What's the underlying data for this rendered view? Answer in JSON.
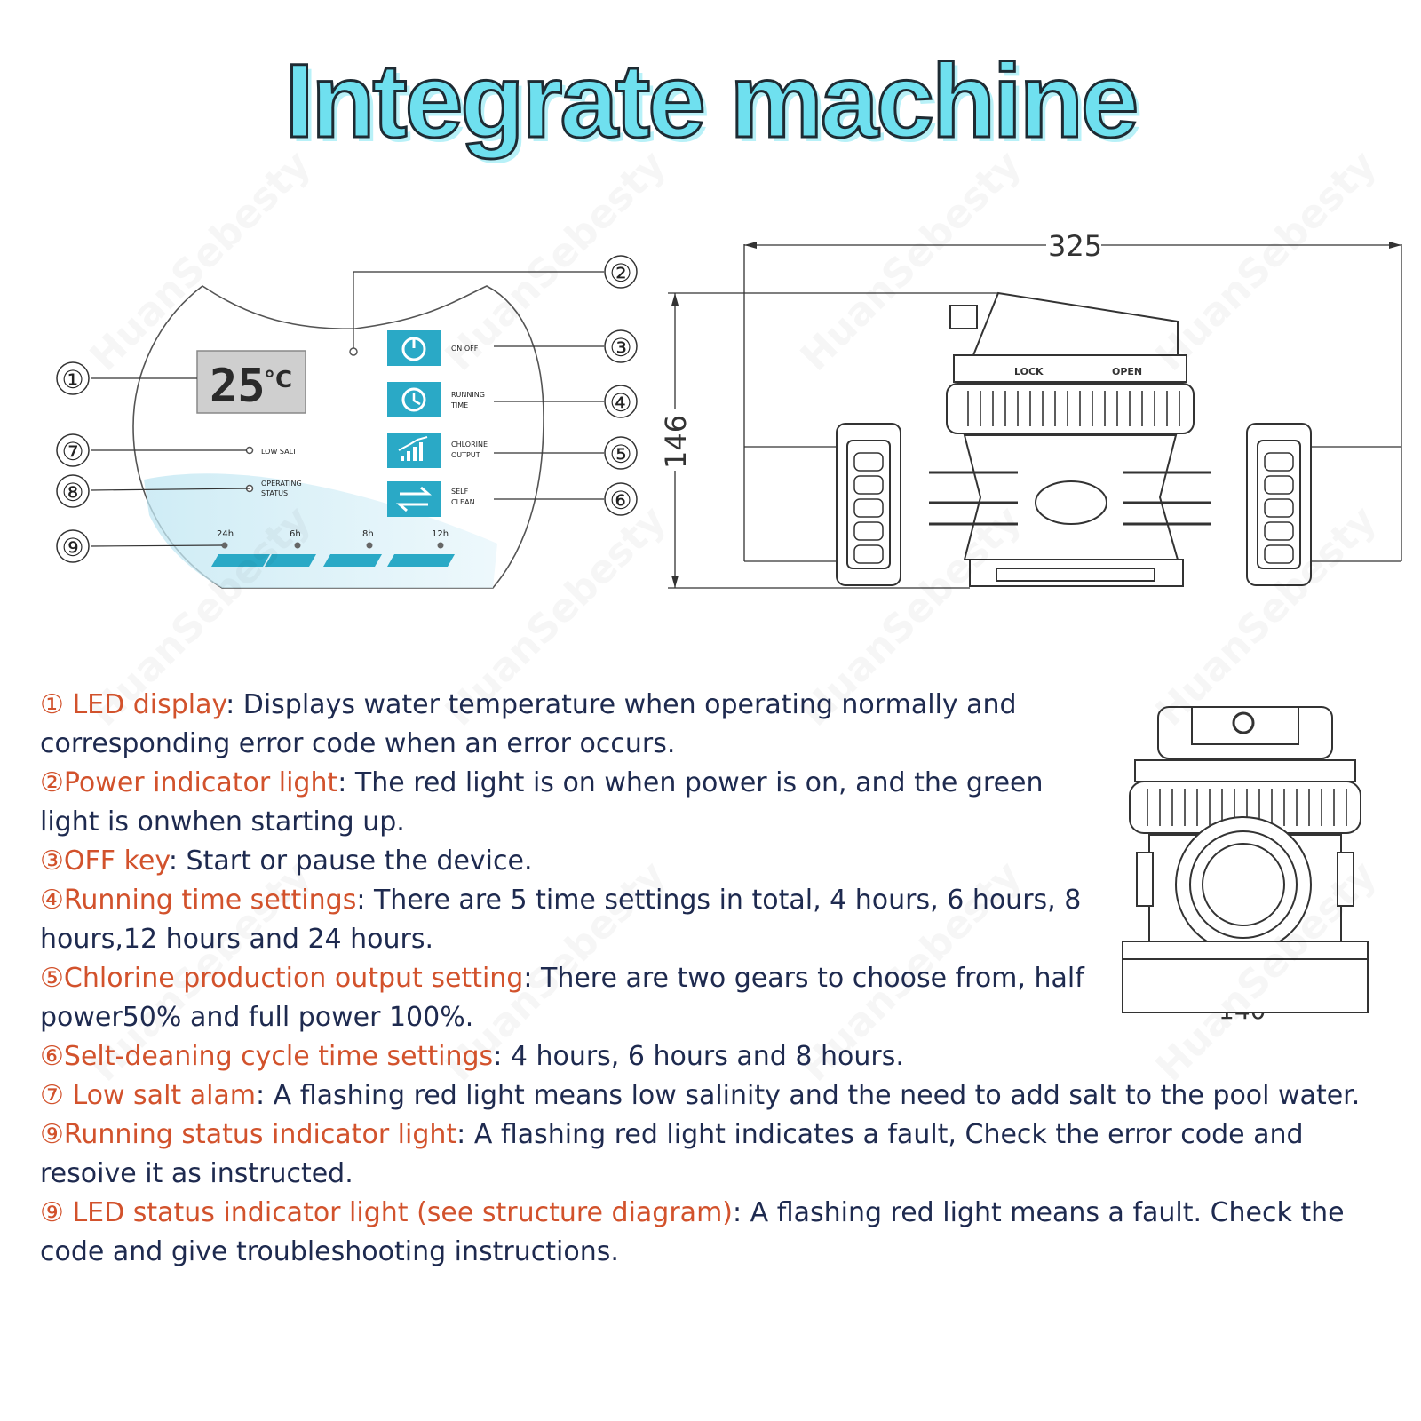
{
  "title": "Integrate machine",
  "panel": {
    "temperature": "25",
    "temp_unit": "°C",
    "callouts": [
      "①",
      "②",
      "③",
      "④",
      "⑤",
      "⑥",
      "⑦",
      "⑧",
      "⑨"
    ],
    "key_texts": {
      "on_off": "ON OFF",
      "running_time_l1": "RUNNING",
      "running_time_l2": "TIME",
      "chlorine_l1": "CHLORINE",
      "chlorine_l2": "OUTPUT",
      "self_clean_l1": "SELF",
      "self_clean_l2": "CLEAN",
      "low_salt": "LOW SALT",
      "running_status_l1": "OPERATING",
      "running_status_l2": "STATUS"
    },
    "time_marks": [
      "24h",
      "6h",
      "8h",
      "12h"
    ],
    "colors": {
      "key": "#2aa9c6",
      "bar": "#2aa9c6",
      "lcd": "#cfcfcf"
    }
  },
  "dimensions": {
    "width": "325",
    "height": "146",
    "depth": "140"
  },
  "machine_labels": {
    "left": "LOCK",
    "right": "OPEN"
  },
  "notes": [
    {
      "num": "① ",
      "name": "LED display",
      "text": ": Displays water temperature when operating normally and corresponding error code when an error occurs."
    },
    {
      "num": "②",
      "name": "Power indicator light",
      "text": ": The red light is on when power is on, and the green light is onwhen starting up."
    },
    {
      "num": "③",
      "name": "OFF key",
      "text": ": Start or pause the device."
    },
    {
      "num": "④",
      "name": "Running time settings",
      "text": ": There are 5 time settings in total, 4 hours, 6 hours, 8 hours,12 hours and 24 hours."
    },
    {
      "num": "⑤",
      "name": "Chlorine production output setting",
      "text": ": There are two gears to choose from, half power50% and full power 100%."
    },
    {
      "num": "⑥",
      "name": "Selt-deaning cycle time settings",
      "text": ": 4 hours, 6 hours and 8 hours."
    },
    {
      "num": "⑦ ",
      "name": "Low salt alam",
      "text": ": A flashing red light means low salinity and the need to add salt to the pool water."
    },
    {
      "num": "⑨",
      "name": "Running status indicator light",
      "text": ": A flashing red light indicates a fault, Check the error code and resoive it as instructed."
    },
    {
      "num": "⑨ ",
      "name": "LED status indicator light (see structure diagram)",
      "text": ": A flashing red light means a fault. Check the code and give troubleshooting instructions."
    }
  ]
}
